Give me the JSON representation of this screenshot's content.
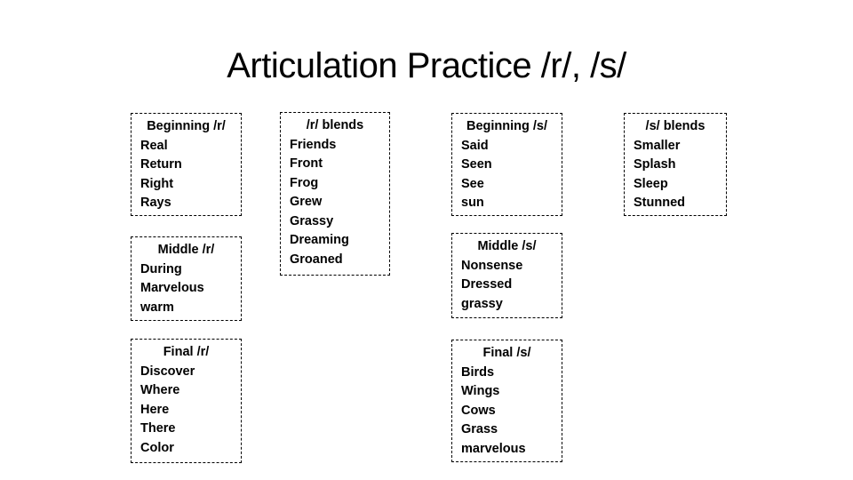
{
  "slide": {
    "title": "Articulation Practice /r/, /s/"
  },
  "colors": {
    "background": "#ffffff",
    "text": "#000000",
    "box_border": "#000000"
  },
  "boxes": [
    {
      "id": "beginning-r",
      "header": "Beginning /r/",
      "words": [
        "Real",
        "Return",
        "Right",
        "Rays"
      ]
    },
    {
      "id": "r-blends",
      "header": "/r/ blends",
      "words": [
        "Friends",
        "Front",
        "Frog",
        "Grew",
        "Grassy",
        "Dreaming",
        "Groaned"
      ]
    },
    {
      "id": "beginning-s",
      "header": "Beginning /s/",
      "words": [
        "Said",
        "Seen",
        "See",
        "sun"
      ]
    },
    {
      "id": "s-blends",
      "header": "/s/ blends",
      "words": [
        "Smaller",
        "Splash",
        "Sleep",
        "Stunned"
      ]
    },
    {
      "id": "middle-r",
      "header": "Middle /r/",
      "words": [
        "During",
        "Marvelous",
        "warm"
      ]
    },
    {
      "id": "middle-s",
      "header": "Middle /s/",
      "words": [
        "Nonsense",
        "Dressed",
        "grassy"
      ]
    },
    {
      "id": "final-r",
      "header": "Final /r/",
      "words": [
        "Discover",
        "Where",
        "Here",
        "There",
        "Color"
      ]
    },
    {
      "id": "final-s",
      "header": "Final /s/",
      "words": [
        "Birds",
        "Wings",
        "Cows",
        "Grass",
        "marvelous"
      ]
    }
  ]
}
